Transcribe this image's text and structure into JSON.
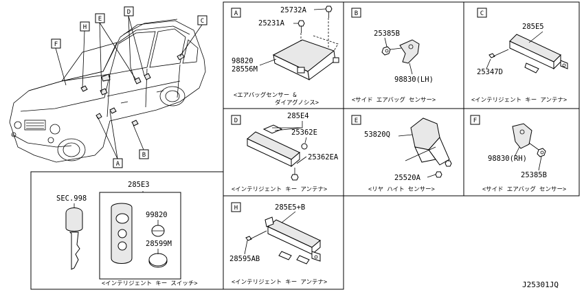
{
  "diagram_code": "J25301JQ",
  "overview": {
    "callouts": [
      "A",
      "B",
      "C",
      "D",
      "E",
      "F",
      "H"
    ]
  },
  "keys": {
    "sec_label": "SEC.998",
    "parts": {
      "fob": "285E3",
      "logo": "99820",
      "battery": "28599M"
    },
    "caption": "<インテリジェント キー スイッチ>"
  },
  "panels": {
    "A": {
      "letter": "A",
      "parts": [
        "25732A",
        "25231A",
        "98820",
        "28556M"
      ],
      "caption_line1": "<エアバッグセンサー &",
      "caption_line2": "ダイアグノシス>"
    },
    "B": {
      "letter": "B",
      "parts": [
        "25385B",
        "98830(LH)"
      ],
      "caption": "<サイド エアバッグ センサー>"
    },
    "C": {
      "letter": "C",
      "parts": [
        "285E5",
        "25347D"
      ],
      "caption": "<インテリジェント キー アンテナ>"
    },
    "D": {
      "letter": "D",
      "parts": [
        "285E4",
        "25362E",
        "25362EA"
      ],
      "caption": "<インテリジェント キー アンテナ>"
    },
    "E": {
      "letter": "E",
      "parts": [
        "53820Q",
        "25520A"
      ],
      "caption": "<リヤ ハイト センサー>"
    },
    "F": {
      "letter": "F",
      "parts": [
        "98830(RH)",
        "25385B"
      ],
      "caption": "<サイド エアバッグ センサー>"
    },
    "H": {
      "letter": "H",
      "parts": [
        "285E5+B",
        "28595AB"
      ],
      "caption": "<インテリジェント キー アンテナ>"
    }
  }
}
